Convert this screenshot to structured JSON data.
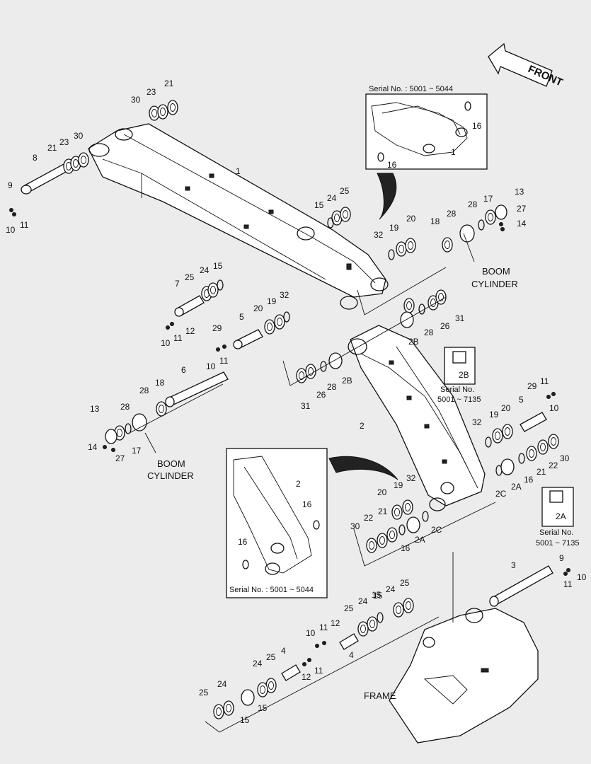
{
  "front_label": "FRONT",
  "serial_top": "Serial No. : 5001 ~ 5044",
  "serial_middle": "Serial No. : 5001 ~ 5044",
  "serial_2b": "Serial No.",
  "serial_2b_range": "5001 ~ 7135",
  "serial_2a": "Serial No.",
  "serial_2a_range": "5001 ~ 7135",
  "boom_cylinder_right": [
    "BOOM",
    "CYLINDER"
  ],
  "boom_cylinder_left": [
    "BOOM",
    "CYLINDER"
  ],
  "frame_label": "FRAME",
  "callouts": {
    "c30a": "30",
    "c23a": "23",
    "c21a": "21",
    "c21b": "21",
    "c23b": "23",
    "c30b": "30",
    "c8": "8",
    "c9a": "9",
    "c10a": "10",
    "c11a": "11",
    "c1": "1",
    "c24a": "24",
    "c25a": "25",
    "c15a": "15",
    "c32a": "32",
    "c19a": "19",
    "c20a": "20",
    "c18a": "18",
    "c28a": "28",
    "c17a": "17",
    "c28b": "28",
    "c13a": "13",
    "c27a": "27",
    "c14a": "14",
    "c7": "7",
    "c25b": "25",
    "c24b": "24",
    "c15b": "15",
    "c10b": "10",
    "c11b": "11",
    "c12a": "12",
    "c5a": "5",
    "c20b": "20",
    "c19b": "19",
    "c32b": "32",
    "c29a": "29",
    "c10c": "10",
    "c11c": "11",
    "c6": "6",
    "c18b": "18",
    "c28c": "28",
    "c13b": "13",
    "c28d": "28",
    "c14b": "14",
    "c27b": "27",
    "c17b": "17",
    "c31a": "31",
    "c26a": "26",
    "c28e": "28",
    "c2Ba": "2B",
    "c28f": "28",
    "c26b": "26",
    "c31b": "31",
    "c2Bb": "2B",
    "c2Bc": "2B",
    "c2a": "2",
    "c16t": "16",
    "c1t": "1",
    "c16tb": "16",
    "c29b": "29",
    "c11d": "11",
    "c10d": "10",
    "c5b": "5",
    "c32c": "32",
    "c19c": "19",
    "c20c": "20",
    "c2Ca": "2C",
    "c2Aa": "2A",
    "c16a": "16",
    "c21c": "21",
    "c22a": "22",
    "c30c": "30",
    "c2Ab": "2A",
    "c2m": "2",
    "c16m": "16",
    "c16mb": "16",
    "c20d": "20",
    "c19d": "19",
    "c32d": "32",
    "c22b": "22",
    "c21d": "21",
    "c30d": "30",
    "c16b": "16",
    "c2Ac": "2A",
    "c2Cb": "2C",
    "c3": "3",
    "c9b": "9",
    "c11e": "11",
    "c10e": "10",
    "c25c": "25",
    "c24c": "24",
    "c15c": "15",
    "c25d": "25",
    "c24d": "24",
    "c15d": "15",
    "c10f": "10",
    "c11f": "11",
    "c12b": "12",
    "c4a": "4",
    "c4b": "4",
    "c24e": "24",
    "c25e": "25",
    "c12c": "12",
    "c11g": "11",
    "c25f": "25",
    "c24f": "24",
    "c15e": "15",
    "c15f": "15"
  }
}
